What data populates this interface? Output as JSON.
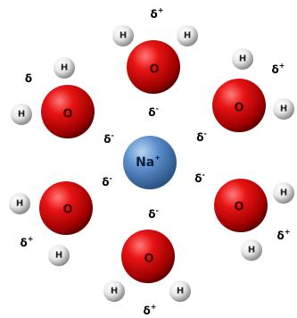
{
  "labels": {
    "ion": "Na",
    "ion_charge": "+",
    "oxygen": "O",
    "hydrogen": "H",
    "delta": "δ",
    "plus": "+",
    "minus": "-"
  },
  "colors": {
    "oxygen": "#e01010",
    "hydrogen": "#e8e8e8",
    "sodium": "#5b8fcc",
    "background": "#ffffff"
  }
}
